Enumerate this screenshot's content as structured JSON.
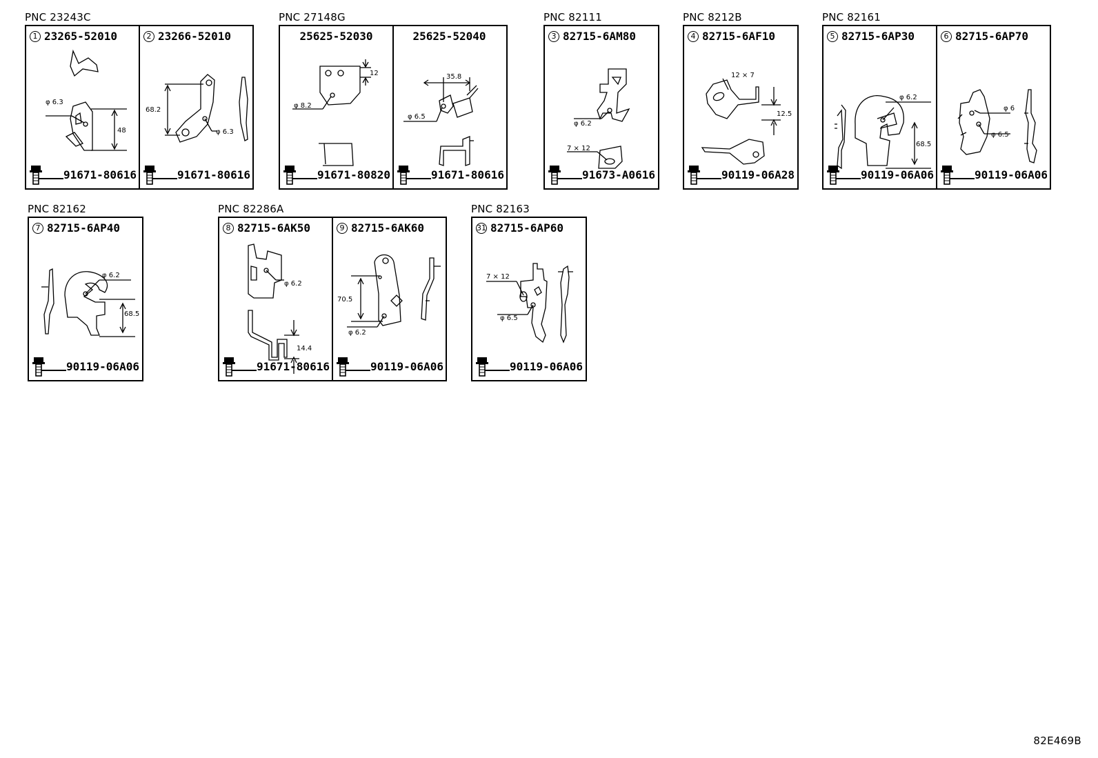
{
  "groups": [
    {
      "pnc": "PNC 23243C",
      "cells": [
        {
          "num": "1",
          "part": "23265-52010",
          "bolt": "91671-80616",
          "labels": [
            "φ 6.3",
            "48"
          ]
        },
        {
          "num": "2",
          "part": "23266-52010",
          "bolt": "91671-80616",
          "labels": [
            "68.2",
            "φ 6.3"
          ]
        }
      ]
    },
    {
      "pnc": "PNC 27148G",
      "cells": [
        {
          "num": "",
          "part": "25625-52030",
          "bolt": "91671-80820",
          "labels": [
            "12",
            "φ 8.2"
          ]
        },
        {
          "num": "",
          "part": "25625-52040",
          "bolt": "91671-80616",
          "labels": [
            "35.8",
            "φ 6.5"
          ]
        }
      ]
    },
    {
      "pnc": "PNC 82111",
      "cells": [
        {
          "num": "3",
          "part": "82715-6AM80",
          "bolt": "91673-A0616",
          "labels": [
            "φ 6.2",
            "7 × 12"
          ]
        }
      ]
    },
    {
      "pnc": "PNC 8212B",
      "cells": [
        {
          "num": "4",
          "part": "82715-6AF10",
          "bolt": "90119-06A28",
          "labels": [
            "12 × 7",
            "12.5"
          ]
        }
      ]
    },
    {
      "pnc": "PNC 82161",
      "cells": [
        {
          "num": "5",
          "part": "82715-6AP30",
          "bolt": "90119-06A06",
          "labels": [
            "φ 6.2",
            "68.5"
          ]
        },
        {
          "num": "6",
          "part": "82715-6AP70",
          "bolt": "90119-06A06",
          "labels": [
            "φ 6",
            "φ 6.5"
          ]
        }
      ]
    },
    {
      "pnc": "PNC 82162",
      "cells": [
        {
          "num": "7",
          "part": "82715-6AP40",
          "bolt": "90119-06A06",
          "labels": [
            "φ 6.2",
            "68.5"
          ]
        }
      ]
    },
    {
      "pnc": "PNC 82286A",
      "cells": [
        {
          "num": "8",
          "part": "82715-6AK50",
          "bolt": "91671-80616",
          "labels": [
            "φ 6.2",
            "14.4"
          ]
        },
        {
          "num": "9",
          "part": "82715-6AK60",
          "bolt": "90119-06A06",
          "labels": [
            "70.5",
            "φ 6.2"
          ]
        }
      ]
    },
    {
      "pnc": "PNC 82163",
      "cells": [
        {
          "num": "31",
          "part": "82715-6AP60",
          "bolt": "90119-06A06",
          "labels": [
            "7 × 12",
            "φ 6.5"
          ]
        }
      ]
    }
  ],
  "reference": "82E469B"
}
